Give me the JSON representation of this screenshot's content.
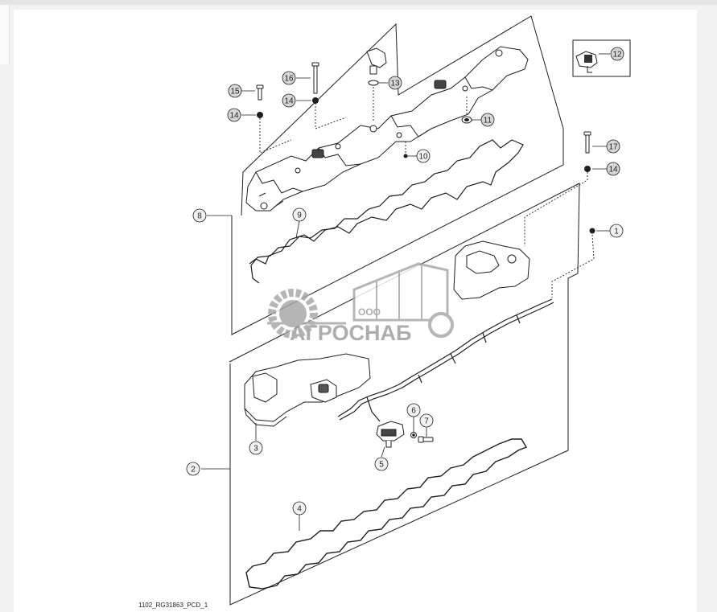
{
  "figure_code": "1102_RG31863_PCD_1",
  "watermark": {
    "prefix": "ООО",
    "company": "АГРОСНАБ"
  },
  "callouts": [
    {
      "id": "c1",
      "label": "1",
      "style": "light"
    },
    {
      "id": "c2",
      "label": "2",
      "style": "light"
    },
    {
      "id": "c3",
      "label": "3",
      "style": "light"
    },
    {
      "id": "c4",
      "label": "4",
      "style": "light"
    },
    {
      "id": "c5",
      "label": "5",
      "style": "light"
    },
    {
      "id": "c6",
      "label": "6",
      "style": "light"
    },
    {
      "id": "c7",
      "label": "7",
      "style": "light"
    },
    {
      "id": "c8",
      "label": "8",
      "style": "light"
    },
    {
      "id": "c9",
      "label": "9",
      "style": "light"
    },
    {
      "id": "c10",
      "label": "10",
      "style": "light"
    },
    {
      "id": "c11",
      "label": "11",
      "style": "dark"
    },
    {
      "id": "c12",
      "label": "12",
      "style": "dark"
    },
    {
      "id": "c13",
      "label": "13",
      "style": "dark"
    },
    {
      "id": "c14a",
      "label": "14",
      "style": "dark"
    },
    {
      "id": "c14b",
      "label": "14",
      "style": "dark"
    },
    {
      "id": "c14c",
      "label": "14",
      "style": "dark"
    },
    {
      "id": "c15",
      "label": "15",
      "style": "dark"
    },
    {
      "id": "c16",
      "label": "16",
      "style": "dark"
    },
    {
      "id": "c17",
      "label": "17",
      "style": "dark"
    }
  ],
  "colors": {
    "line": "#1e1e1e",
    "part_fill": "#ffffff",
    "callout_light": "#f2f2f2",
    "callout_dark": "#d6d6d6",
    "watermark": "#a6a6a6"
  }
}
